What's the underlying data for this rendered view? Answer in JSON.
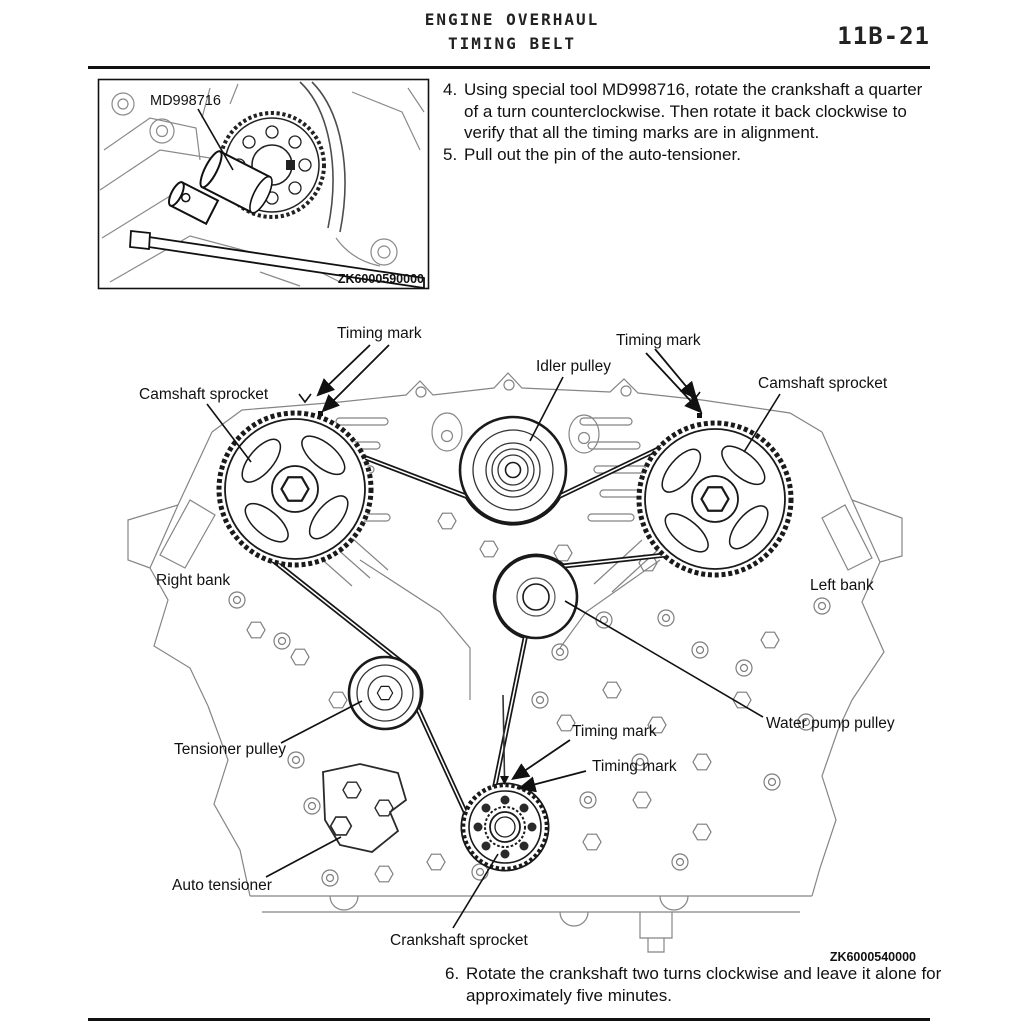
{
  "page": {
    "header_line1": "ENGINE OVERHAUL",
    "header_line2": "TIMING BELT",
    "page_number": "11B-21"
  },
  "steps": [
    {
      "num": "4.",
      "text": "Using special tool MD998716, rotate the crankshaft a quarter of a turn counterclockwise. Then rotate it back clockwise to verify that all the timing marks are in alignment."
    },
    {
      "num": "5.",
      "text": "Pull out the pin of the auto-tensioner."
    }
  ],
  "step6": {
    "num": "6.",
    "text": "Rotate the crankshaft two turns clockwise and leave it alone for approximately five minutes."
  },
  "inset": {
    "tool_label": "MD998716",
    "figure_code": "ZK6000590000"
  },
  "diagram": {
    "labels": {
      "timing_mark": "Timing mark",
      "idler_pulley": "Idler pulley",
      "camshaft_sprocket": "Camshaft sprocket",
      "right_bank": "Right bank",
      "left_bank": "Left bank",
      "water_pump_pulley": "Water pump pulley",
      "tensioner_pulley": "Tensioner pulley",
      "auto_tensioner": "Auto tensioner",
      "crankshaft_sprocket": "Crankshaft sprocket"
    },
    "figure_code": "ZK6000540000"
  }
}
